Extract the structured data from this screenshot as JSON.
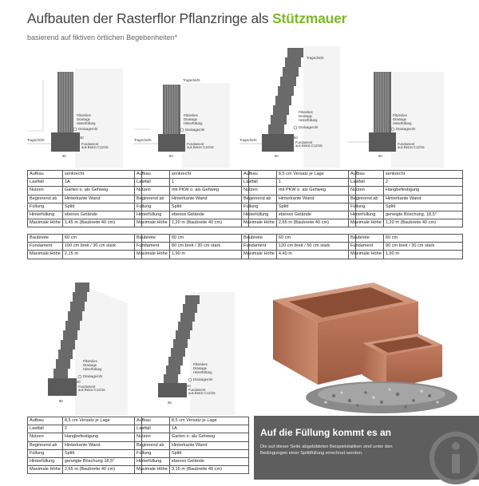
{
  "header": {
    "title_main": "Aufbauten der Rasterflor Pflanzringe als ",
    "title_highlight": "Stützmauer",
    "subtitle": "basierend auf fiktiven örtlichen Begebenheiten*"
  },
  "diagram_labels": {
    "filtervlies": "Filtervlies",
    "drainage": "Drainage",
    "hinterfuellung": "Hinterfüllung",
    "drainagerohr": "Drainagerohr",
    "tragschicht": "Tragschicht",
    "fundament": "Fundament",
    "fundament_sub": "aus Beton C12/15",
    "width_60": "60",
    "width_80": "80",
    "width_85": "85",
    "depth_30": "30",
    "depth_40": "40",
    "depth_50": "50"
  },
  "row_labels": {
    "aufbau": "Aufbau",
    "lastfall": "Lastfall",
    "nutzen": "Nutzen",
    "beginnend": "Beginnend ab",
    "fuellung": "Füllung",
    "hinterfuellung": "Hinterfüllung",
    "max_hoehe": "Maximale Höhe",
    "baubreite": "Baubreite",
    "fundament": "Fundament"
  },
  "configs": [
    {
      "aufbau": "senkrecht",
      "lastfall": "1A",
      "nutzen": "Garten o. als Gehweg",
      "beginnend": "Hinterkante Wand",
      "fuellung": "Splitt",
      "hinterfuellung": "ebenes Gelände",
      "max_hoehe": "1,45 m (Baubreite 40 cm)",
      "baubreite": "60 cm",
      "fundament": "100 cm breit / 30 cm stark",
      "max_hoehe2": "2,15 m"
    },
    {
      "aufbau": "senkrecht",
      "lastfall": "1",
      "nutzen": "mit PKW o. als Gehweg",
      "beginnend": "Hinterkante Wand",
      "fuellung": "Splitt",
      "hinterfuellung": "ebenes Gelände",
      "max_hoehe": "1,20 m (Baubreite 40 cm)",
      "baubreite": "60 cm",
      "fundament": "80 cm breit / 30 cm stark",
      "max_hoehe2": "1,90 m"
    },
    {
      "aufbau": "8,5 cm Versatz je Lage",
      "lastfall": "1",
      "nutzen": "mit PKW o. als Gehweg",
      "beginnend": "Hinterkante Wand",
      "fuellung": "Splitt",
      "hinterfuellung": "ebenes Gelände",
      "max_hoehe": "2,65 m (Baubreite 40 cm)",
      "baubreite": "60 cm",
      "fundament": "120 cm breit / 50 cm stark",
      "max_hoehe2": "4,40 m"
    },
    {
      "aufbau": "senkrecht",
      "lastfall": "2",
      "nutzen": "Hangbefestigung",
      "beginnend": "Hinterkante Wand",
      "fuellung": "Splitt",
      "hinterfuellung": "geneigte Böschung, 18,5°",
      "max_hoehe": "1,20 m (Baubreite 40 cm)",
      "baubreite": "60 cm",
      "fundament": "90 cm breit / 30 cm stark",
      "max_hoehe2": "1,90 m"
    },
    {
      "aufbau": "8,5 cm Versatz je Lage",
      "lastfall": "2",
      "nutzen": "Hangbefestigung",
      "beginnend": "Hinterkante Wand",
      "fuellung": "Splitt",
      "hinterfuellung": "geneigte Böschung 18,5°",
      "max_hoehe": "2,65 m (Baubreite 40 cm)"
    },
    {
      "aufbau": "8,5 cm Versatz je Lage",
      "lastfall": "1A",
      "nutzen": "Garten o. als Gehweg",
      "beginnend": "Hinterkante Wand",
      "fuellung": "Splitt",
      "hinterfuellung": "ebenes Gelände",
      "max_hoehe": "3,15 m (Baubreite 40 cm)"
    }
  ],
  "info": {
    "heading": "Auf die Füllung kommt es an",
    "text": "Die auf dieser Seite abgebildeten Beispielstatiken sind unter den Bedingungen einer Splittfüllung errechnet worden."
  },
  "colors": {
    "highlight": "#7cb928",
    "info_bg": "#5e5e5e",
    "block": "#6a6a6a",
    "fundament": "#5a5a5a"
  }
}
